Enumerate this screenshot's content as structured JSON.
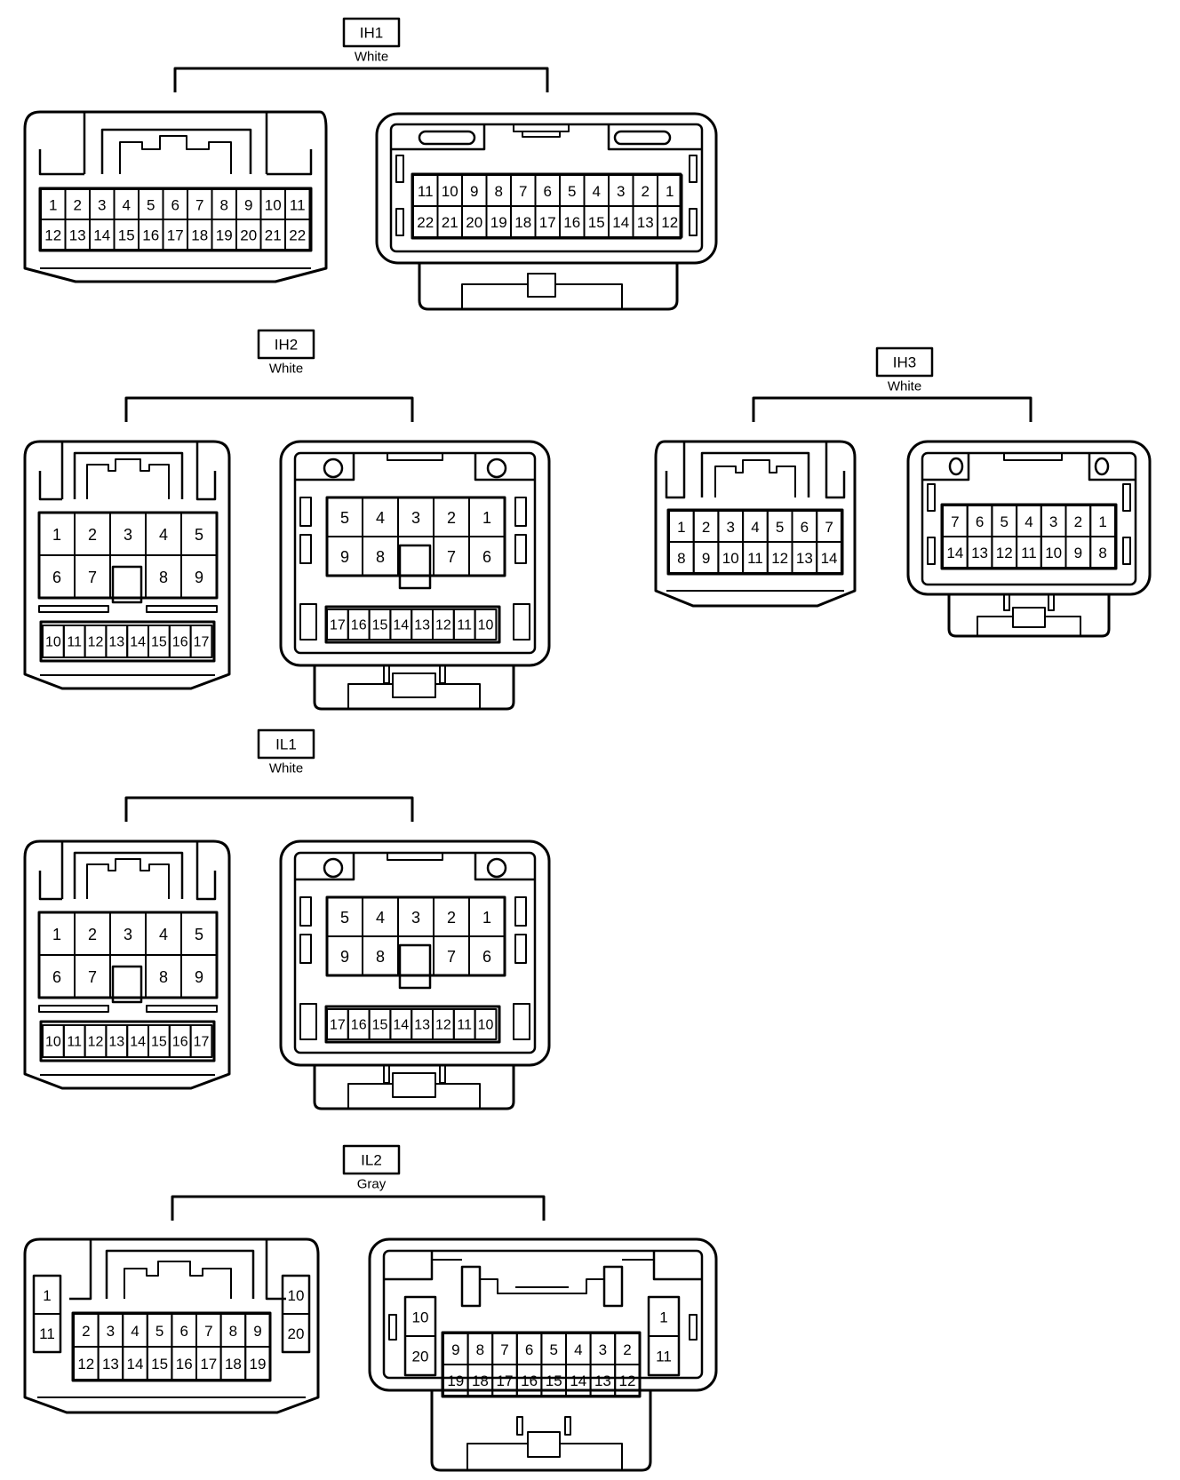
{
  "colors": {
    "line": "#000000",
    "background": "#ffffff"
  },
  "connectors": [
    {
      "id": "IH1",
      "color": "White",
      "left": {
        "rows": [
          [
            "1",
            "2",
            "3",
            "4",
            "5",
            "6",
            "7",
            "8",
            "9",
            "10",
            "11"
          ],
          [
            "12",
            "13",
            "14",
            "15",
            "16",
            "17",
            "18",
            "19",
            "20",
            "21",
            "22"
          ]
        ]
      },
      "right": {
        "rows": [
          [
            "11",
            "10",
            "9",
            "8",
            "7",
            "6",
            "5",
            "4",
            "3",
            "2",
            "1"
          ],
          [
            "22",
            "21",
            "20",
            "19",
            "18",
            "17",
            "16",
            "15",
            "14",
            "13",
            "12"
          ]
        ]
      }
    },
    {
      "id": "IH2",
      "color": "White",
      "left": {
        "upper": [
          [
            "1",
            "2",
            "3",
            "4",
            "5"
          ],
          [
            "6",
            "7",
            "",
            "8",
            "9"
          ]
        ],
        "lower": [
          "10",
          "11",
          "12",
          "13",
          "14",
          "15",
          "16",
          "17"
        ]
      },
      "right": {
        "upper": [
          [
            "5",
            "4",
            "3",
            "2",
            "1"
          ],
          [
            "9",
            "8",
            "",
            "7",
            "6"
          ]
        ],
        "lower": [
          "17",
          "16",
          "15",
          "14",
          "13",
          "12",
          "11",
          "10"
        ]
      }
    },
    {
      "id": "IH3",
      "color": "White",
      "left": {
        "rows": [
          [
            "1",
            "2",
            "3",
            "4",
            "5",
            "6",
            "7"
          ],
          [
            "8",
            "9",
            "10",
            "11",
            "12",
            "13",
            "14"
          ]
        ]
      },
      "right": {
        "rows": [
          [
            "7",
            "6",
            "5",
            "4",
            "3",
            "2",
            "1"
          ],
          [
            "14",
            "13",
            "12",
            "11",
            "10",
            "9",
            "8"
          ]
        ]
      }
    },
    {
      "id": "IL1",
      "color": "White",
      "left": {
        "upper": [
          [
            "1",
            "2",
            "3",
            "4",
            "5"
          ],
          [
            "6",
            "7",
            "",
            "8",
            "9"
          ]
        ],
        "lower": [
          "10",
          "11",
          "12",
          "13",
          "14",
          "15",
          "16",
          "17"
        ]
      },
      "right": {
        "upper": [
          [
            "5",
            "4",
            "3",
            "2",
            "1"
          ],
          [
            "9",
            "8",
            "",
            "7",
            "6"
          ]
        ],
        "lower": [
          "17",
          "16",
          "15",
          "14",
          "13",
          "12",
          "11",
          "10"
        ]
      }
    },
    {
      "id": "IL2",
      "color": "Gray",
      "left": {
        "side_left": [
          "1",
          "11"
        ],
        "side_right": [
          "10",
          "20"
        ],
        "rows": [
          [
            "2",
            "3",
            "4",
            "5",
            "6",
            "7",
            "8",
            "9"
          ],
          [
            "12",
            "13",
            "14",
            "15",
            "16",
            "17",
            "18",
            "19"
          ]
        ]
      },
      "right": {
        "side_left": [
          "10",
          "20"
        ],
        "side_right": [
          "1",
          "11"
        ],
        "rows": [
          [
            "9",
            "8",
            "7",
            "6",
            "5",
            "4",
            "3",
            "2"
          ],
          [
            "19",
            "18",
            "17",
            "16",
            "15",
            "14",
            "13",
            "12"
          ]
        ]
      }
    }
  ]
}
